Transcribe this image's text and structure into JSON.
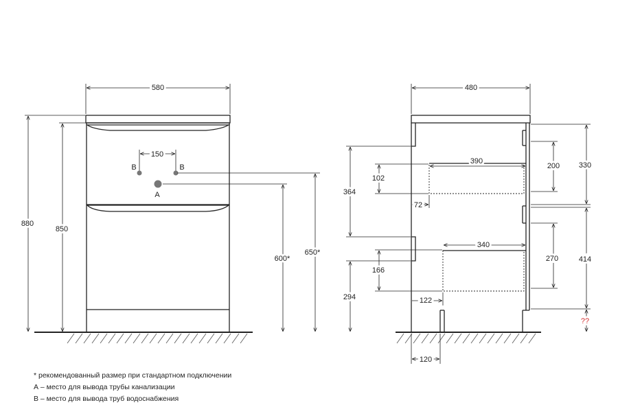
{
  "front_view": {
    "width_label": "580",
    "height_total_label": "880",
    "height_body_label": "850",
    "pipe_spacing_label": "150",
    "point_b_left": "B",
    "point_b_right": "B",
    "point_a": "A",
    "height_600_label": "600*",
    "height_650_label": "650*"
  },
  "side_view": {
    "depth_label": "480",
    "drawer_top_depth_label": "390",
    "drawer_bottom_depth_label": "340",
    "label_364": "364",
    "label_102": "102",
    "label_72": "72",
    "label_166": "166",
    "label_294": "294",
    "label_122": "122",
    "label_120": "120",
    "label_200": "200",
    "label_270": "270",
    "label_330": "330",
    "label_414": "414",
    "label_unknown": "??"
  },
  "notes": {
    "line1": "* рекомендованный размер при стандартном подключении",
    "line2": "А – место для вывода трубы канализации",
    "line3": "В – место для вывода труб водоснабжения"
  },
  "colors": {
    "line": "#222222",
    "pipe_point": "#777777",
    "warning_text": "#d33333"
  }
}
